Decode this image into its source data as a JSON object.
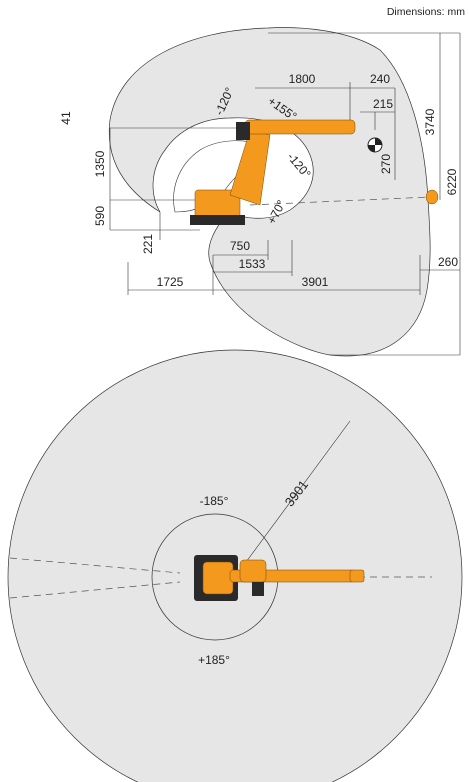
{
  "header": {
    "units_label": "Dimensions: mm"
  },
  "side_view": {
    "dims": {
      "d1800": "1800",
      "d240": "240",
      "d215": "215",
      "d3740": "3740",
      "d6220": "6220",
      "d270": "270",
      "d41": "41",
      "d1350": "1350",
      "d590": "590",
      "d221": "221",
      "d750": "750",
      "d1533": "1533",
      "d1725": "1725",
      "d3901": "3901",
      "d260": "260"
    },
    "angles": {
      "a_m120_top": "-120°",
      "a_p155": "+155°",
      "a_m120_mid": "-120°",
      "a_p70": "+70°"
    }
  },
  "top_view": {
    "radius_label": "3901",
    "angle_top": "-185°",
    "angle_bottom": "+185°"
  },
  "colors": {
    "robot": "#f39a1e",
    "envelope": "#e6e6e6",
    "line": "#333333"
  }
}
